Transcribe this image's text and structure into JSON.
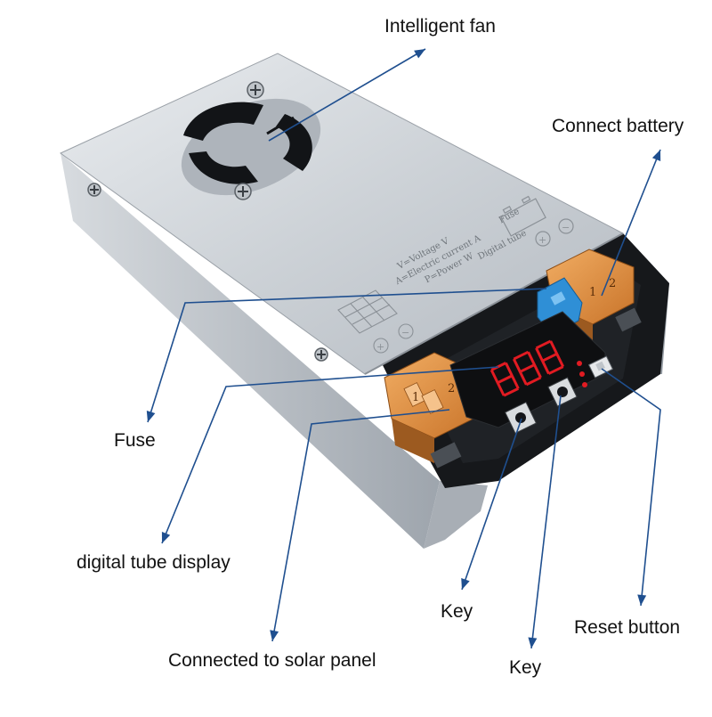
{
  "labels": {
    "fan": "Intelligent fan",
    "battery": "Connect battery",
    "fuse": "Fuse",
    "display": "digital tube display",
    "key_left": "Key",
    "key_right": "Key",
    "reset": "Reset button",
    "solar": "Connected to solar panel"
  },
  "panel_print": {
    "voltage": "V=Voltage V",
    "current": "A=Electric current A",
    "power": "P=Power W",
    "fuse": "Fuse",
    "tube": "Digital tube",
    "fuse_left_1": "1",
    "fuse_left_2": "2",
    "fuse_right_1": "1",
    "fuse_right_2": "2",
    "plus": "+",
    "minus": "−"
  },
  "colors": {
    "arrow": "#1f4f8f",
    "fuse_orange": "#e08a3c",
    "fuse_blue": "#2f8fd6",
    "led_red": "#e11b22"
  },
  "icons": {
    "fan_vent": "fan-icon",
    "battery_symbol": "battery-icon",
    "solar_symbol": "solar-panel-icon"
  }
}
